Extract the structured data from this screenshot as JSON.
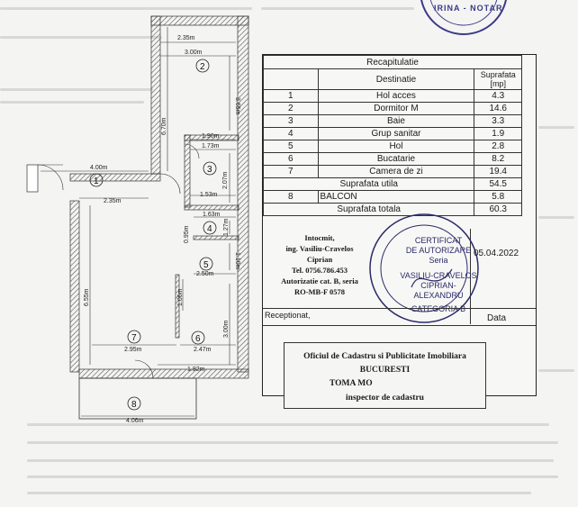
{
  "recap": {
    "title": "Recapitulatie",
    "col_destinatie": "Destinatie",
    "col_suprafata": "Suprafata [mp]",
    "rows": [
      {
        "nr": "1",
        "name": "Hol acces",
        "area": "4.3"
      },
      {
        "nr": "2",
        "name": "Dormitor M",
        "area": "14.6"
      },
      {
        "nr": "3",
        "name": "Baie",
        "area": "3.3"
      },
      {
        "nr": "4",
        "name": "Grup sanitar",
        "area": "1.9"
      },
      {
        "nr": "5",
        "name": "Hol",
        "area": "2.8"
      },
      {
        "nr": "6",
        "name": "Bucatarie",
        "area": "8.2"
      },
      {
        "nr": "7",
        "name": "Camera de zi",
        "area": "19.4"
      }
    ],
    "suprafata_utila_label": "Suprafata utila",
    "suprafata_utila": "54.5",
    "balcon_nr": "8",
    "balcon_name": "BALCON",
    "balcon_area": "5.8",
    "suprafata_totala_label": "Suprafata totala",
    "suprafata_totala": "60.3"
  },
  "author": {
    "line1": "Intocmit,",
    "line2": "ing. Vasiliu-Cravelos",
    "line3": "Ciprian",
    "line4": "Tel. 0756.786.453",
    "line5": "Autorizatie cat. B, seria",
    "line6": "RO-MB-F 0578"
  },
  "stamp": {
    "line1": "CERTIFICAT",
    "line2": "DE AUTORIZARE",
    "line3": "Seria",
    "line4": "VASILIU-CRAVELOS",
    "line5": "CIPRIAN-ALEXANDRU",
    "line6": "CATEGORIA B",
    "top_partial": "IRINA - NOTAR"
  },
  "date": "05.04.2022",
  "receptionat_label": "Receptionat,",
  "data_label": "Data",
  "cadastru": {
    "office": "Oficiul de Cadastru si Publicitate Imobiliara",
    "city": "BUCURESTI",
    "name": "TOMA MO",
    "role": "inspector de cadastru"
  },
  "plan": {
    "dims": {
      "d235top": "2.35m",
      "d300": "3.00m",
      "d365": "3.65m",
      "d670": "6.70m",
      "d190": "1.90m",
      "d173": "1.73m",
      "d400": "4.00m",
      "d207": "2.07m",
      "d235mid": "2.35m",
      "d153": "1.53m",
      "d163": "1.63m",
      "d095": "0.95m",
      "d127": "1.27m",
      "d250": "2.50m",
      "d110": "1.10m",
      "d106": "1.06m",
      "d655": "6.55m",
      "d300b": "3.00m",
      "d295": "2.95m",
      "d247": "2.47m",
      "d182": "1.82m",
      "d406": "4.06m"
    },
    "rooms": [
      "1",
      "2",
      "3",
      "4",
      "5",
      "6",
      "7",
      "8"
    ]
  }
}
